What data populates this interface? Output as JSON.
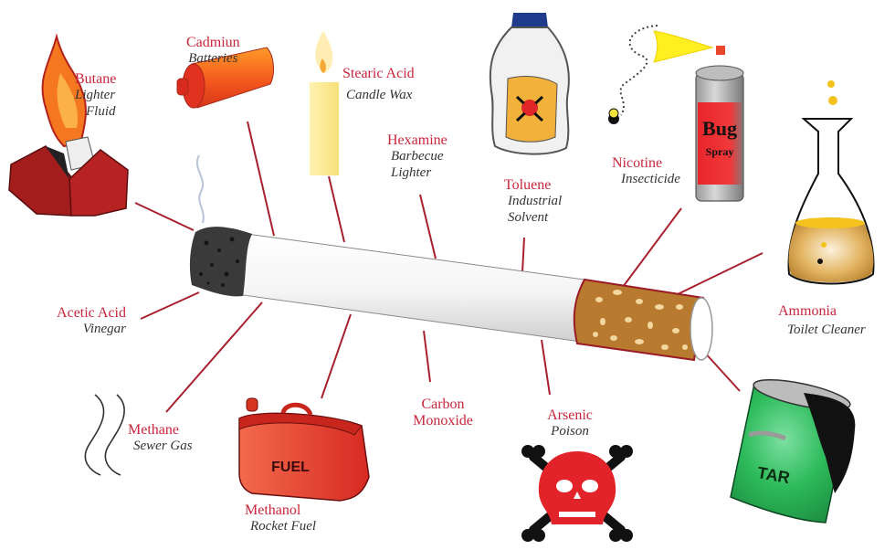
{
  "colors": {
    "label_name": "#c8253a",
    "label_use": "#333333",
    "leader_line": "#a8202e",
    "filter": "#b77a2e",
    "paper": "#ffffff",
    "ash": "#3a3a3a"
  },
  "center_object": {
    "name": "cigarette",
    "icon": "cigarette-icon"
  },
  "chemicals": [
    {
      "name": "Butane",
      "use_line1": "Lighter",
      "use_line2": "Fluid",
      "icon": "lighter-icon"
    },
    {
      "name": "Cadmiun",
      "use_line1": "Batteries",
      "icon": "battery-icon"
    },
    {
      "name": "Stearic Acid",
      "use_line1": "Candle Wax",
      "icon": "candle-icon"
    },
    {
      "name": "Hexamine",
      "use_line1": "Barbecue",
      "use_line2": "Lighter"
    },
    {
      "name": "Toluene",
      "use_line1": "Industrial",
      "use_line2": "Solvent",
      "icon": "poison-bottle-icon"
    },
    {
      "name": "Nicotine",
      "use_line1": "Insecticide",
      "icon": "bug-spray-icon",
      "icon_text_1": "Bug",
      "icon_text_2": "Spray"
    },
    {
      "name": "Ammonia",
      "use_line1": "Toilet Cleaner",
      "icon": "flask-icon"
    },
    {
      "name": "Acetic Acid",
      "use_line1": "Vinegar"
    },
    {
      "name": "Methane",
      "use_line1": "Sewer Gas",
      "icon": "fumes-icon"
    },
    {
      "name": "Methanol",
      "use_line1": "Rocket Fuel",
      "icon": "fuel-can-icon",
      "icon_text_1": "FUEL"
    },
    {
      "name": "Carbon",
      "name_line2": "Monoxide"
    },
    {
      "name": "Arsenic",
      "use_line1": "Poison",
      "icon": "skull-crossbones-icon"
    },
    {
      "name": "Tar",
      "icon": "tar-bucket-icon",
      "icon_text_1": "TAR"
    }
  ]
}
